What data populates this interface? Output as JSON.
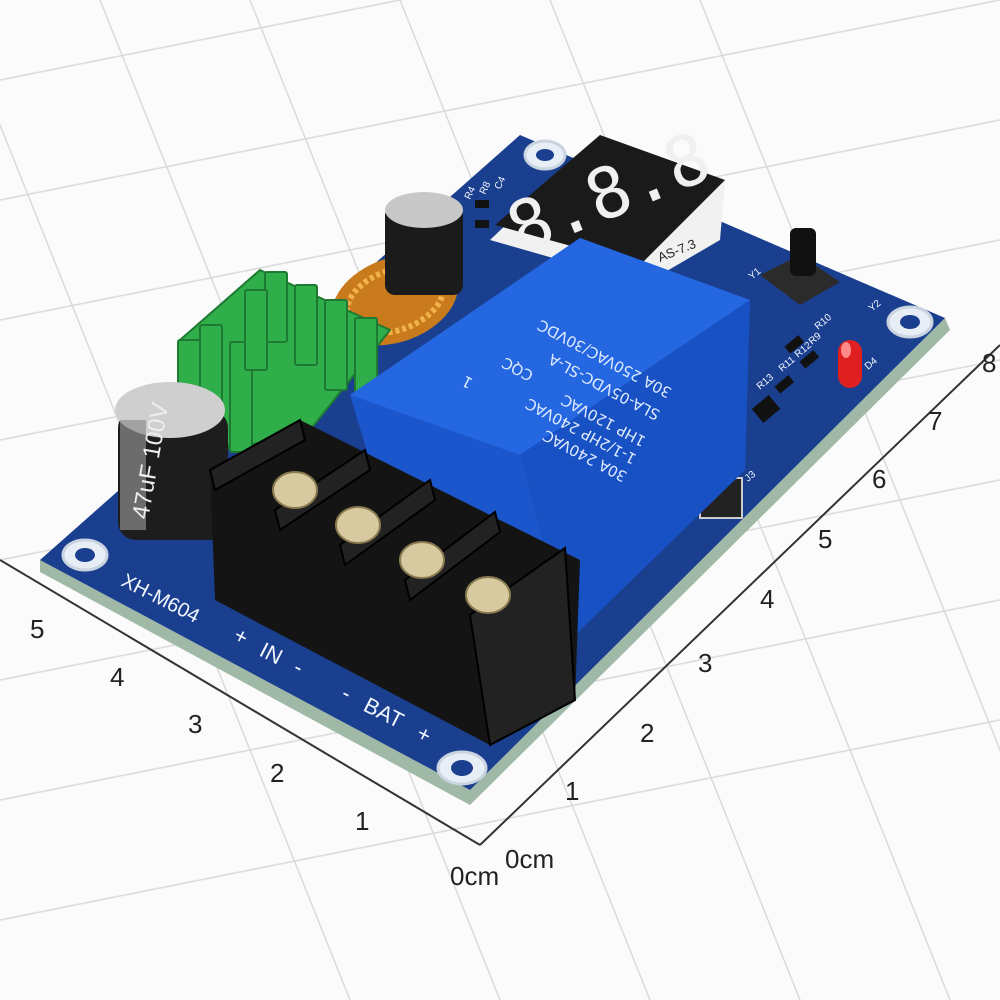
{
  "board": {
    "model": "XH-M604",
    "terminal_labels": [
      "+",
      "IN",
      "-",
      "-",
      "BAT",
      "+"
    ],
    "capacitor_big": "47uF 100V",
    "display_label": "AS-7.3",
    "display_digits": "8.8.8",
    "component_labels": [
      "R4",
      "R8",
      "C4",
      "R13",
      "R11",
      "R12",
      "R9",
      "R10",
      "D4",
      "Y2",
      "J3",
      "Y1"
    ]
  },
  "relay": {
    "model": "SLA-05VDC-SL-A",
    "lines": [
      "30A 250VAC/30VDC",
      "1HP 120VAC",
      "1-1/2HP 240VAC",
      "30A 240VAC"
    ],
    "cert": "CQC",
    "mark": "1"
  },
  "ruler": {
    "left_ticks": [
      "0cm",
      "1",
      "2",
      "3",
      "4",
      "5"
    ],
    "right_ticks": [
      "0cm",
      "1",
      "2",
      "3",
      "4",
      "5",
      "6",
      "7",
      "8"
    ]
  },
  "colors": {
    "pcb": "#1a3f8f",
    "relay": "#1f5fd6",
    "terminal": "#151515",
    "heatsink": "#2fae4a",
    "led": "#e02020"
  }
}
